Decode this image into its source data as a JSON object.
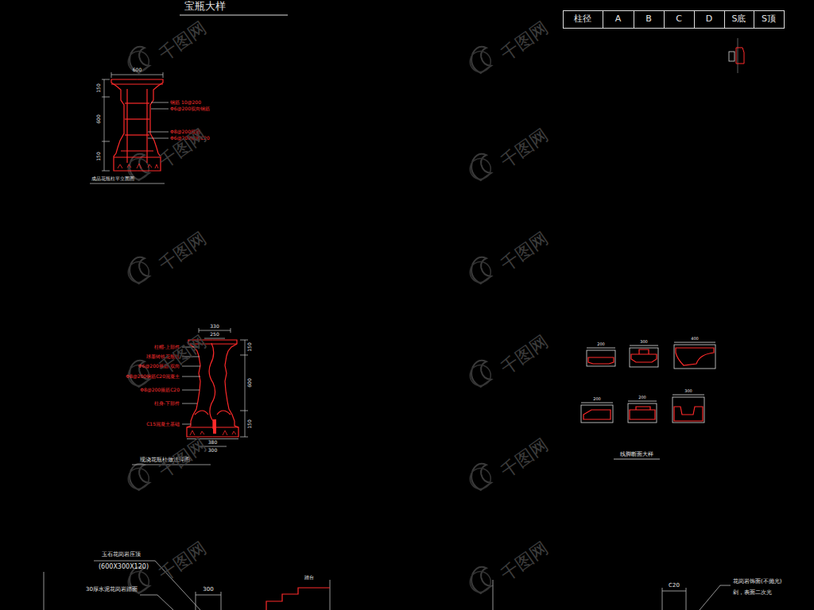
{
  "diagram": {
    "title": "宝瓶大样",
    "labels": [
      "柱径",
      "A",
      "B",
      "C",
      "D",
      "S底",
      "S顶",
      "600",
      "150",
      "600",
      "150",
      "钢筋 10@200",
      "Φ6@200双向钢筋",
      "Φ8@200箍筋",
      "Φ6@200钢筋C20",
      "成品花瓶柱平立面图",
      "330",
      "250",
      "150",
      "600",
      "150",
      "380",
      "300",
      "柱帽-上部件",
      "球墨铸铁花瓶柱",
      "Φ6@200箍筋-双向",
      "Φ8@200钢筋C20混凝土",
      "Φ8@200箍筋C20",
      "柱身-下部件",
      "C15混凝土基础",
      "现浇花瓶柱做法详图",
      "200",
      "300",
      "400",
      "200",
      "200",
      "300",
      "线脚断面大样",
      "玉石花岗岩压顶",
      "(600X300X120)",
      "30厚水泥花岗岩踏面",
      "300",
      "踏台",
      "C20",
      "花岗岩饰面(不抛光)",
      "剁，表面二次光",
      "千图网",
      "千图网",
      "千图网",
      "千图网",
      "千图网",
      "千图网",
      "千图网",
      "千图网",
      "千图网",
      "千图网",
      "千图网",
      "千图网"
    ]
  }
}
